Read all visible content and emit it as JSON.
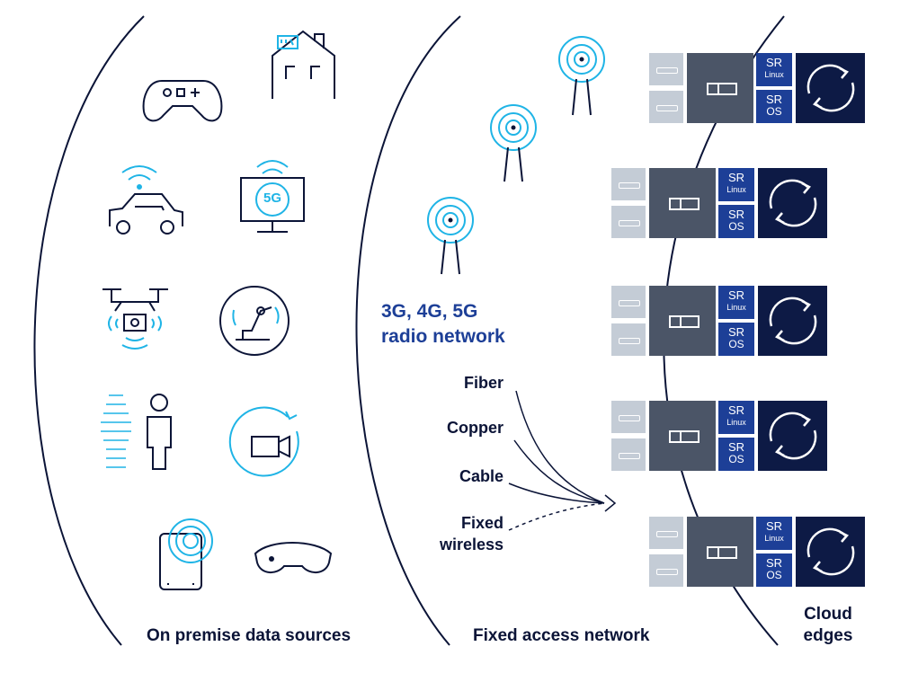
{
  "sections": {
    "on_premise": "On premise data sources",
    "fixed_access": "Fixed access network",
    "cloud_edges": "Cloud\nedges"
  },
  "radio_network": {
    "line1": "3G, 4G, 5G",
    "line2": "radio network"
  },
  "access_types": {
    "fiber": "Fiber",
    "copper": "Copper",
    "cable": "Cable",
    "fixed_wireless_line1": "Fixed",
    "fixed_wireless_line2": "wireless"
  },
  "devices": {
    "tv_label": "5G"
  },
  "servers": [
    {
      "sr_linux_top": "SR",
      "sr_linux_bottom": "Linux",
      "sr_os_top": "SR",
      "sr_os_bottom": "OS"
    },
    {
      "sr_linux_top": "SR",
      "sr_linux_bottom": "Linux",
      "sr_os_top": "SR",
      "sr_os_bottom": "OS"
    },
    {
      "sr_linux_top": "SR",
      "sr_linux_bottom": "Linux",
      "sr_os_top": "SR",
      "sr_os_bottom": "OS"
    },
    {
      "sr_linux_top": "SR",
      "sr_linux_bottom": "Linux",
      "sr_os_top": "SR",
      "sr_os_bottom": "OS"
    },
    {
      "sr_linux_top": "SR",
      "sr_linux_bottom": "Linux",
      "sr_os_top": "SR",
      "sr_os_bottom": "OS"
    }
  ],
  "colors": {
    "navy": "#0b1437",
    "accent_blue": "#1d3f97",
    "cyan": "#1fb4e6",
    "chassis_gray": "#4b5567",
    "slot_gray": "#c4ccd6",
    "cloud_navy": "#0d1a45"
  }
}
